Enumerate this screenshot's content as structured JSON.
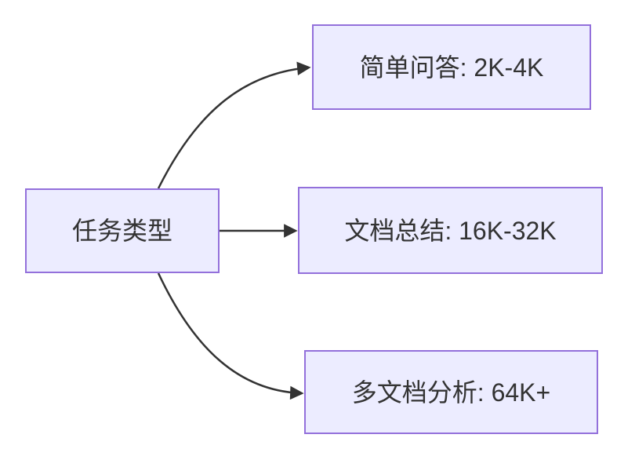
{
  "diagram": {
    "type": "flowchart-LR",
    "nodes": [
      {
        "id": "task-type",
        "label": "任务类型"
      },
      {
        "id": "simple-qa",
        "label": "简单问答: 2K-4K"
      },
      {
        "id": "doc-summary",
        "label": "文档总结: 16K-32K"
      },
      {
        "id": "multi-doc",
        "label": "多文档分析: 64K+"
      }
    ],
    "edges": [
      {
        "from": "task-type",
        "to": "simple-qa"
      },
      {
        "from": "task-type",
        "to": "doc-summary"
      },
      {
        "from": "task-type",
        "to": "multi-doc"
      }
    ],
    "theme": {
      "background": "#ffffff",
      "node_fill": "#ECECFF",
      "node_border": "#9370DB",
      "edge_color": "#333333",
      "text_color": "#333333"
    }
  }
}
